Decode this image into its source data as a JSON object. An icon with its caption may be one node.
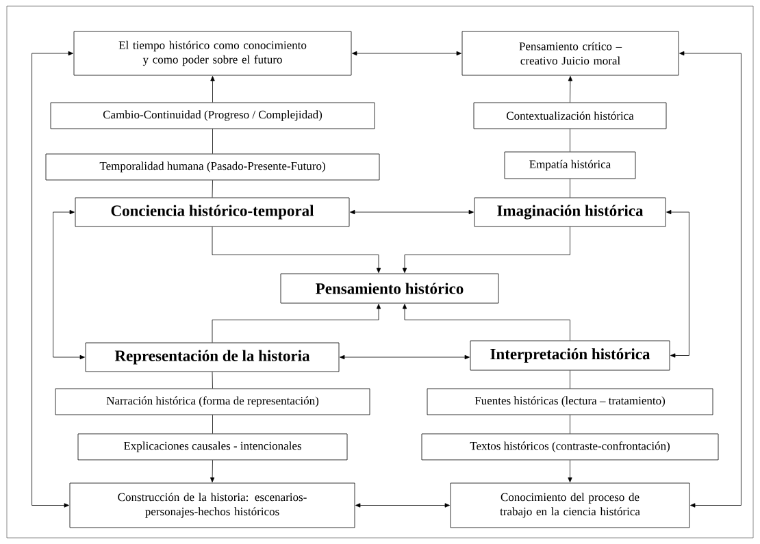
{
  "diagram": {
    "nodes": [
      {
        "text": [
          "El tiempo histórico como conocimiento y como poder sobre el futuro"
        ]
      },
      {
        "text": [
          "Pensamiento crítico – creativo Juicio moral"
        ]
      },
      {
        "text": [
          "Cambio-Continuidad (Progreso / Complejidad)"
        ]
      },
      {
        "text": [
          "Temporalidad humana (Pasado-Presente-Futuro)"
        ]
      },
      {
        "text": [
          "Conciencia histórico-temporal"
        ]
      },
      {
        "text": [
          "Contextualización histórica"
        ]
      },
      {
        "text": [
          "Empatía histórica"
        ]
      },
      {
        "text": [
          "Imaginación histórica"
        ]
      },
      {
        "text": [
          "Pensamiento histórico"
        ]
      },
      {
        "text": [
          "Representación de la historia"
        ]
      },
      {
        "text": [
          "Interpretación histórica"
        ]
      },
      {
        "text": [
          "Narración histórica (forma de representación)"
        ]
      },
      {
        "text": [
          "Fuentes históricas (lectura – tratamiento)"
        ]
      },
      {
        "text": [
          "Explicaciones causales - intencionales"
        ]
      },
      {
        "text": [
          "Textos históricos (contraste-confrontación)"
        ]
      },
      {
        "text": [
          "Construcción de la historia: escenarios-personajes-hechos históricos"
        ]
      },
      {
        "text": [
          "Conocimiento del proceso de trabajo en la ciencia histórica"
        ]
      }
    ],
    "edges": [
      {
        "from": 2,
        "to": 0,
        "arrow": "to"
      },
      {
        "from": 3,
        "to": 2,
        "arrow": "none"
      },
      {
        "from": 4,
        "to": 3,
        "arrow": "none"
      },
      {
        "from": 5,
        "to": 1,
        "arrow": "to"
      },
      {
        "from": 6,
        "to": 5,
        "arrow": "none"
      },
      {
        "from": 7,
        "to": 6,
        "arrow": "none"
      },
      {
        "from": 0,
        "to": 1,
        "arrow": "both"
      },
      {
        "from": 4,
        "to": 7,
        "arrow": "both"
      },
      {
        "from": 4,
        "to": 8,
        "arrow": "to"
      },
      {
        "from": 7,
        "to": 8,
        "arrow": "to"
      },
      {
        "from": 9,
        "to": 8,
        "arrow": "to"
      },
      {
        "from": 10,
        "to": 8,
        "arrow": "to"
      },
      {
        "from": 9,
        "to": 10,
        "arrow": "both"
      },
      {
        "from": 9,
        "to": 11,
        "arrow": "none"
      },
      {
        "from": 11,
        "to": 13,
        "arrow": "none"
      },
      {
        "from": 13,
        "to": 15,
        "arrow": "to"
      },
      {
        "from": 10,
        "to": 12,
        "arrow": "none"
      },
      {
        "from": 12,
        "to": 14,
        "arrow": "none"
      },
      {
        "from": 14,
        "to": 16,
        "arrow": "to"
      },
      {
        "from": 15,
        "to": 16,
        "arrow": "both"
      },
      {
        "from": 0,
        "to": 15,
        "arrow": "both"
      },
      {
        "from": 4,
        "to": 9,
        "arrow": "both"
      },
      {
        "from": 1,
        "to": 16,
        "arrow": "both"
      },
      {
        "from": 7,
        "to": 10,
        "arrow": "both"
      }
    ]
  }
}
